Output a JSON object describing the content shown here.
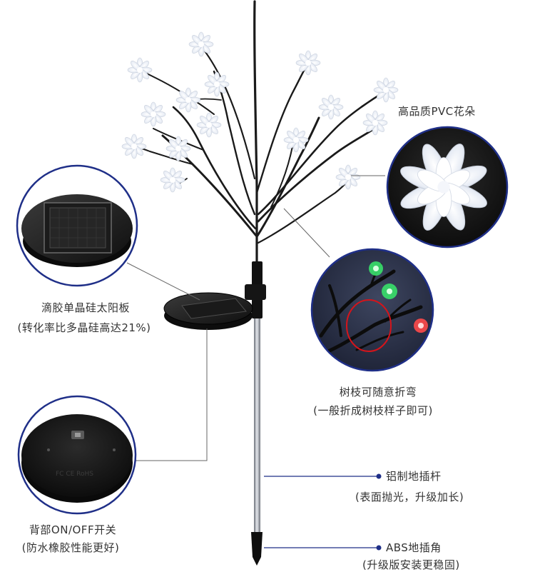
{
  "colors": {
    "stem": "#1a1a1a",
    "pole": "#9ea3aa",
    "callout_line": "#1f2f88",
    "ring": "#1f2f88",
    "panel_body": "#222222",
    "petal": "#eef2f8",
    "green_light": "#38e06a",
    "red_light": "#ff4a4a",
    "highlight_ring": "#d6141a"
  },
  "features": {
    "flower": {
      "label": "高品质PVC花朵"
    },
    "panel": {
      "line1": "滴胶单晶硅太阳板",
      "line2": "(转化率比多晶硅高达21%)"
    },
    "branches": {
      "line1": "树枝可随意折弯",
      "line2": "(一般折成树枝样子即可)"
    },
    "pole": {
      "line1": "铝制地插杆",
      "line2": "(表面抛光，升级加长)"
    },
    "back": {
      "line1": "背部ON/OFF开关",
      "line2": "(防水橡胶性能更好)"
    },
    "stake": {
      "line1": "ABS地插角",
      "line2": "(升级版安装更稳固)"
    }
  },
  "icons": {
    "flower": "lotus-flower-icon",
    "panel": "solar-panel-icon",
    "switch": "power-switch-icon"
  }
}
